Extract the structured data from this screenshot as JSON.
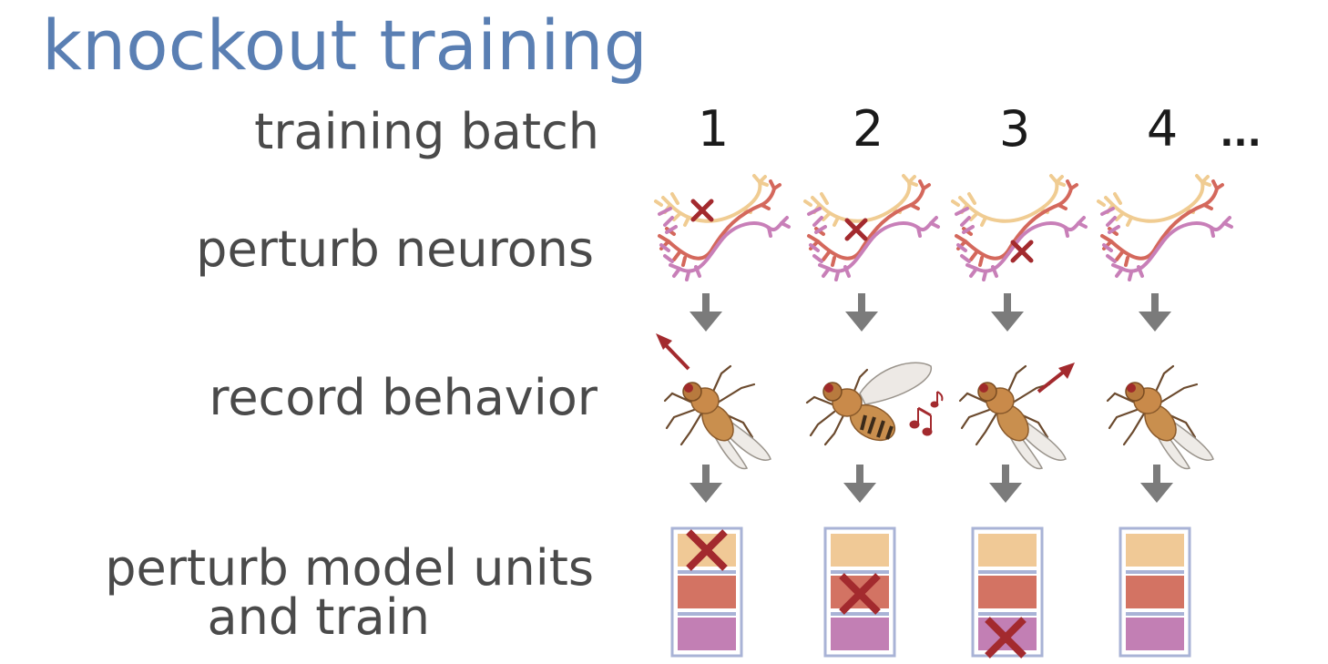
{
  "title": "knockout training",
  "row_labels": {
    "training_batch": "training batch",
    "perturb_neurons": "perturb neurons",
    "record_behavior": "record behavior",
    "perturb_model_line1": "perturb model units",
    "perturb_model_line2": "and train"
  },
  "batches": [
    "1",
    "2",
    "3",
    "4"
  ],
  "ellipsis": "...",
  "colors": {
    "title": "#5a7fb3",
    "label": "#4a4a4a",
    "neuron_yellow": "#f0cc92",
    "neuron_red": "#d4685c",
    "neuron_pink": "#c87fb8",
    "knockout_mark": "#a32a2e",
    "arrow_gray": "#7b7b7b",
    "unit_frame": "#a9b3d6",
    "unit_top": "#f0c996",
    "unit_mid": "#d37363",
    "unit_bottom": "#c27fb4"
  },
  "columns": [
    {
      "batch": "1",
      "neuron_knockout": "yellow",
      "behavior": "walk-left",
      "unit_knockout": "top"
    },
    {
      "batch": "2",
      "neuron_knockout": "red",
      "behavior": "song",
      "unit_knockout": "middle"
    },
    {
      "batch": "3",
      "neuron_knockout": "pink",
      "behavior": "walk-right",
      "unit_knockout": "bottom"
    },
    {
      "batch": "4",
      "neuron_knockout": "none",
      "behavior": "still",
      "unit_knockout": "none"
    }
  ]
}
